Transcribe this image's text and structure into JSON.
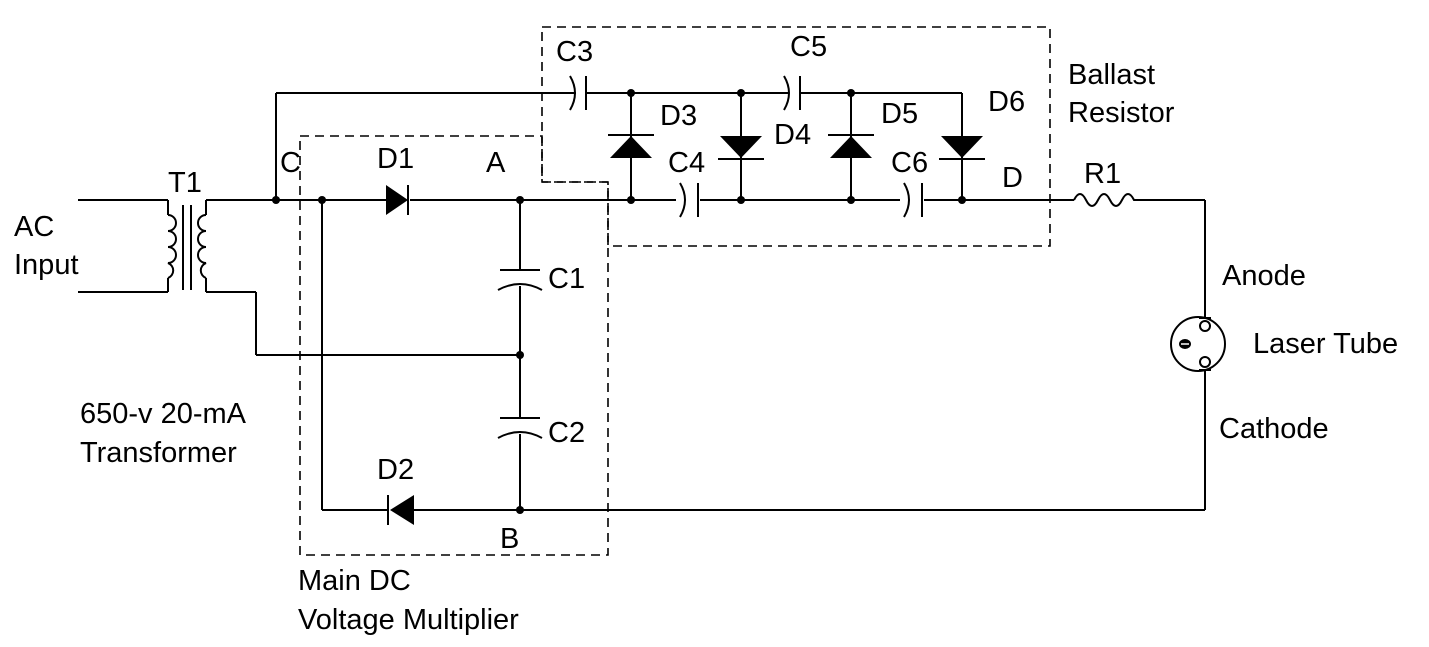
{
  "diagram": {
    "input": {
      "line1": "AC",
      "line2": "Input"
    },
    "transformer": {
      "id": "T1",
      "caption_line1": "650-v 20-mA",
      "caption_line2": "Transformer"
    },
    "nodes": {
      "a": "A",
      "b": "B",
      "c": "C",
      "d": "D"
    },
    "diodes": {
      "d1": "D1",
      "d2": "D2",
      "d3": "D3",
      "d4": "D4",
      "d5": "D5",
      "d6": "D6"
    },
    "capacitors": {
      "c1": "C1",
      "c2": "C2",
      "c3": "C3",
      "c4": "C4",
      "c5": "C5",
      "c6": "C6"
    },
    "resistor": {
      "id": "R1"
    },
    "ballast_box": {
      "line1": "Ballast",
      "line2": "Resistor"
    },
    "multiplier_box": {
      "line1": "Main DC",
      "line2": "Voltage Multiplier"
    },
    "tube": {
      "label": "Laser Tube",
      "anode": "Anode",
      "cathode": "Cathode"
    }
  }
}
